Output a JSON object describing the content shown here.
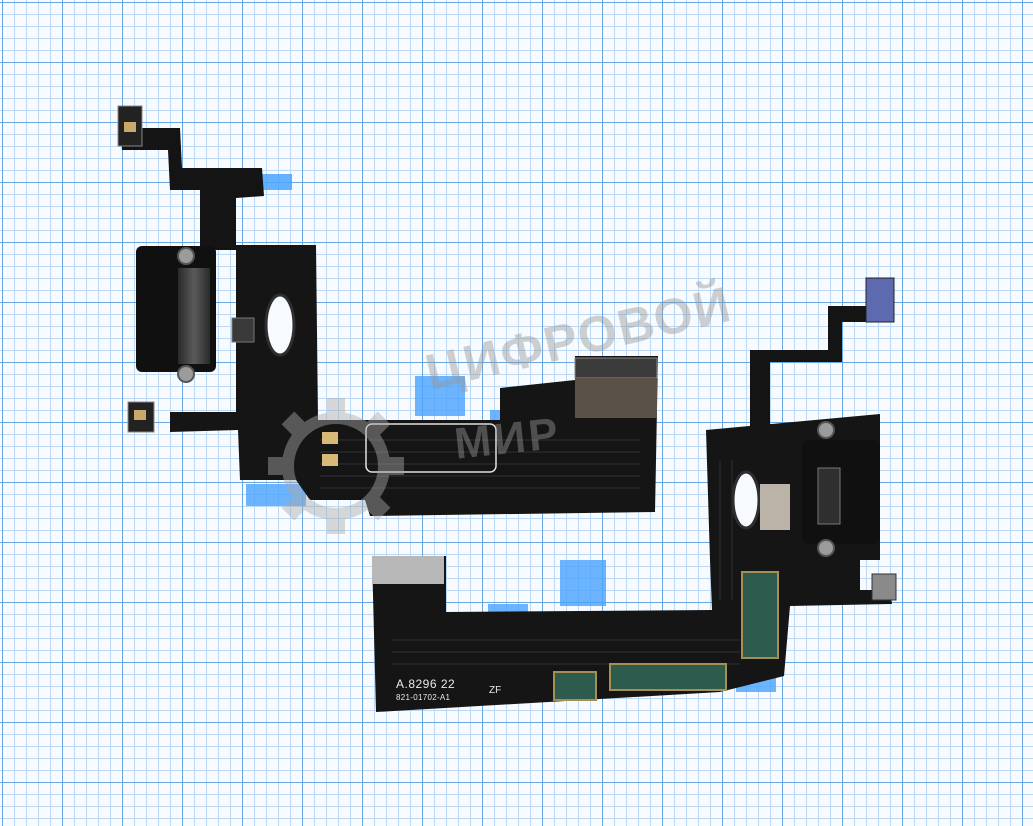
{
  "photo": {
    "subject": "two flex cable boards on graph paper",
    "background_paper_color": "#f7fbff",
    "grid_major_color": "#6aa6e0",
    "grid_minor_color": "#bcd8f2",
    "flex_color": "#151515",
    "tape_color": "#4aa3ff"
  },
  "pcb_marking": {
    "line1": "A.8296  22",
    "line2": "821-01702-A1",
    "code": "ZF"
  },
  "watermark": {
    "line1": "ЦИФРОВОЙ",
    "line2": "МИР",
    "logo": "gear-logo"
  }
}
